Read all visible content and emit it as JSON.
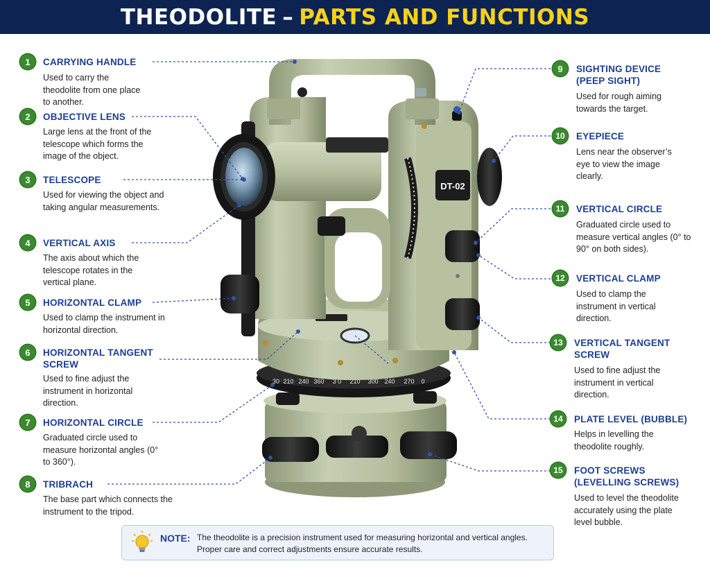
{
  "title": {
    "part1": "THEODOLITE",
    "separator": "–",
    "part2": "PARTS AND FUNCTIONS"
  },
  "model_label": "DT-02",
  "scale_numbers": [
    "30",
    "210",
    "240",
    "360",
    "3 0",
    "210",
    "300",
    "240",
    "270",
    "0"
  ],
  "parts": [
    {
      "num": "1",
      "title": "CARRYING HANDLE",
      "desc": "Used to carry the theodolite from one place to another."
    },
    {
      "num": "2",
      "title": "OBJECTIVE LENS",
      "desc": "Large lens at the front of the telescope which forms the image of the object."
    },
    {
      "num": "3",
      "title": "TELESCOPE",
      "desc": "Used for viewing the object and taking angular measurements."
    },
    {
      "num": "4",
      "title": "VERTICAL AXIS",
      "desc": "The axis about which the telescope rotates in the vertical plane."
    },
    {
      "num": "5",
      "title": "HORIZONTAL CLAMP",
      "desc": "Used to clamp the instrument in horizontal direction."
    },
    {
      "num": "6",
      "title": "HORIZONTAL TANGENT SCREW",
      "desc": "Used to fine adjust the instrument in horizontal direction."
    },
    {
      "num": "7",
      "title": "HORIZONTAL CIRCLE",
      "desc": "Graduated circle used to measure horizontal angles (0° to 360°)."
    },
    {
      "num": "8",
      "title": "TRIBRACH",
      "desc": "The base part which connects the instrument to the tripod."
    },
    {
      "num": "9",
      "title": "SIGHTING DEVICE (PEEP SIGHT)",
      "desc": "Used for rough aiming towards the target."
    },
    {
      "num": "10",
      "title": "EYEPIECE",
      "desc": "Lens near the observer’s eye to view the image clearly."
    },
    {
      "num": "11",
      "title": "VERTICAL CIRCLE",
      "desc": "Graduated circle used to measure vertical angles (0° to 90° on both sides)."
    },
    {
      "num": "12",
      "title": "VERTICAL CLAMP",
      "desc": "Used to clamp the instrument in vertical direction."
    },
    {
      "num": "13",
      "title": "VERTICAL TANGENT SCREW",
      "desc": "Used to fine adjust the instrument in vertical direction."
    },
    {
      "num": "14",
      "title": "PLATE LEVEL (BUBBLE)",
      "desc": "Helps in levelling the theodolite roughly."
    },
    {
      "num": "15",
      "title": "FOOT SCREWS (LEVELLING SCREWS)",
      "desc": "Used to level the theodolite accurately using the plate level bubble."
    }
  ],
  "note": {
    "label": "NOTE:",
    "text": "The theodolite is a precision instrument used for measuring horizontal and vertical angles. Proper care and correct adjustments ensure accurate results."
  },
  "colors": {
    "header_bg": "#0d2352",
    "title_accent": "#f7d21a",
    "badge": "#3a8a2e",
    "part_title": "#1d3e93",
    "instrument": "#b9c2a3"
  },
  "icons": {
    "note": "lightbulb-icon"
  }
}
